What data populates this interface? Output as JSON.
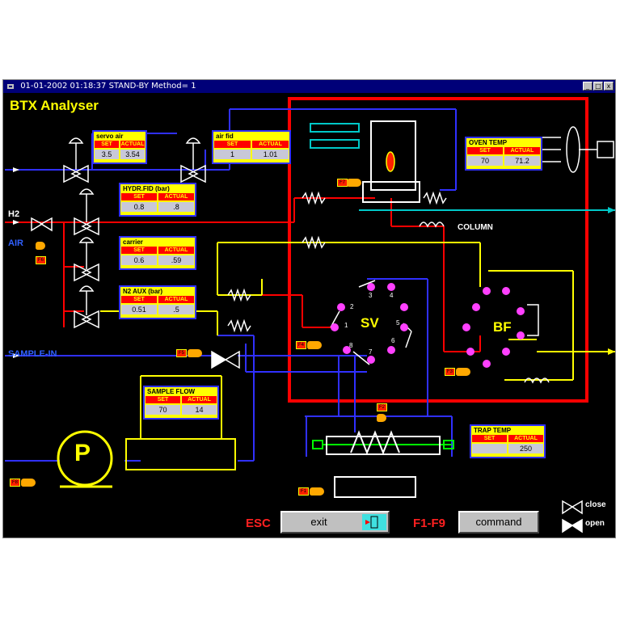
{
  "window": {
    "title": "01-01-2002 01:18:37   STAND-BY   Method= 1",
    "controls": [
      "_",
      "□",
      "x"
    ]
  },
  "app_title": "BTX Analyser",
  "inputs": {
    "air": "AIR",
    "h2": "H2",
    "sample_in": "SAMPLE-IN"
  },
  "set_label": "SET",
  "actual_label": "ACTUAL",
  "boxes": {
    "servo_air": {
      "title": "servo   air",
      "set": "3.5",
      "actual": "3.54"
    },
    "air_fid": {
      "title": "air   fid",
      "set": "1",
      "actual": "1.01"
    },
    "hydr_fid": {
      "title": "HYDR.FID (bar)",
      "set": "0.8",
      "actual": ".8"
    },
    "carrier": {
      "title": "carrier",
      "set": "0.6",
      "actual": ".59"
    },
    "n2_aux": {
      "title": "N2 AUX (bar)",
      "set": "0.51",
      "actual": ".5"
    },
    "oven_temp": {
      "title": "OVEN TEMP",
      "set": "70",
      "actual": "71.2"
    },
    "sample_flow": {
      "title": "SAMPLE FLOW",
      "set": "70",
      "actual": "14"
    },
    "trap_temp": {
      "title": "TRAP TEMP",
      "set": "",
      "actual": "250"
    }
  },
  "labels": {
    "column": "COLUMN",
    "sv": "SV",
    "bf": "BF",
    "pump": "P"
  },
  "valve_ports": [
    "1",
    "2",
    "3",
    "4",
    "5",
    "6",
    "7",
    "8"
  ],
  "tags": {
    "f7": "F7",
    "f6": "F6",
    "f5": "F5",
    "f4": "F4",
    "f3": "F3",
    "f2": "F2",
    "f8": "F8",
    "f1": "F1",
    "f9": "F9"
  },
  "footer": {
    "esc_key": "ESC",
    "exit_label": "exit",
    "f1f9_key": "F1-F9",
    "command_label": "command"
  },
  "legend": {
    "close": "close",
    "open": "open"
  },
  "colors": {
    "background": "#000000",
    "air_line": "#3030ff",
    "h2_line": "#ff0000",
    "carrier_line": "#ffff00",
    "oven_border": "#ff0000",
    "titlebar": "#000078",
    "box_fill": "#ffff00"
  }
}
